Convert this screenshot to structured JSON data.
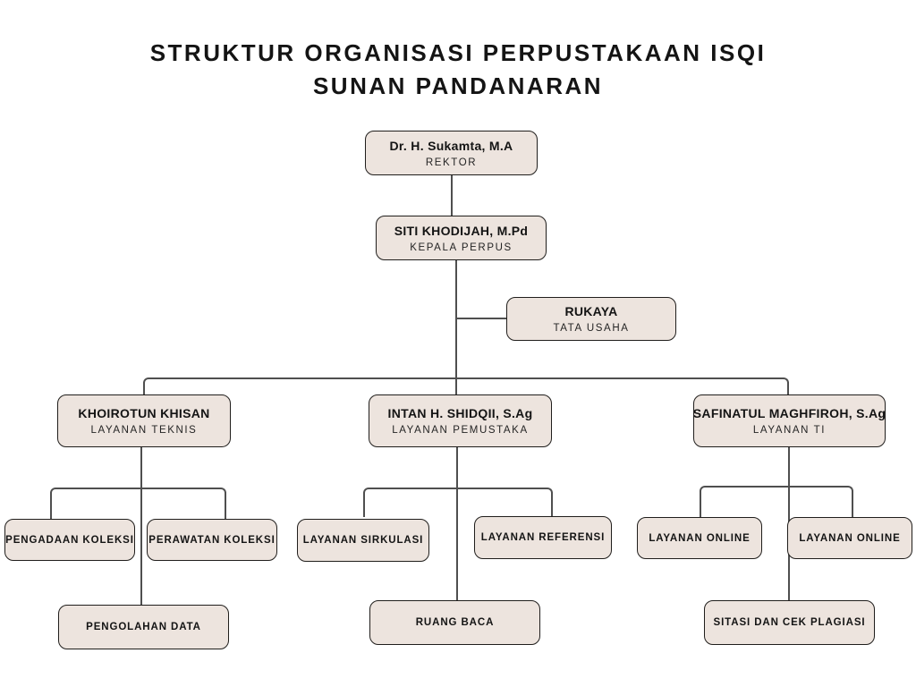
{
  "title": {
    "line1": "STRUKTUR ORGANISASI PERPUSTAKAAN ISQI",
    "line2": "SUNAN PANDANARAN"
  },
  "org": {
    "rektor": {
      "name": "Dr. H. Sukamta, M.A",
      "role": "REKTOR"
    },
    "kepala_perpus": {
      "name": "SITI KHODIJAH, M.Pd",
      "role": "KEPALA PERPUS"
    },
    "tata_usaha": {
      "name": "RUKAYA",
      "role": "TATA USAHA"
    },
    "layanan_teknis": {
      "name": "KHOIROTUN KHISAN",
      "role": "LAYANAN TEKNIS"
    },
    "layanan_pemustaka": {
      "name": "INTAN H. SHIDQII, S.Ag",
      "role": "LAYANAN PEMUSTAKA"
    },
    "layanan_ti": {
      "name": "SAFINATUL MAGHFIROH, S.Ag",
      "role": "LAYANAN TI"
    },
    "pengadaan_koleksi": {
      "label": "PENGADAAN KOLEKSI"
    },
    "perawatan_koleksi": {
      "label": "PERAWATAN KOLEKSI"
    },
    "pengolahan_data": {
      "label": "PENGOLAHAN DATA"
    },
    "layanan_sirkulasi": {
      "label": "LAYANAN SIRKULASI"
    },
    "layanan_referensi": {
      "label": "LAYANAN REFERENSI"
    },
    "ruang_baca": {
      "label": "RUANG BACA"
    },
    "layanan_online_1": {
      "label": "LAYANAN ONLINE"
    },
    "layanan_online_2": {
      "label": "LAYANAN ONLINE"
    },
    "sitasi_cek_plagiasi": {
      "label": "SITASI DAN CEK PLAGIASI"
    }
  },
  "colors": {
    "background": "#FFFFFF",
    "box_fill": "#EDE4DE",
    "box_border": "#201E1C",
    "connector": "#4F4F4F",
    "text": "#141414"
  }
}
